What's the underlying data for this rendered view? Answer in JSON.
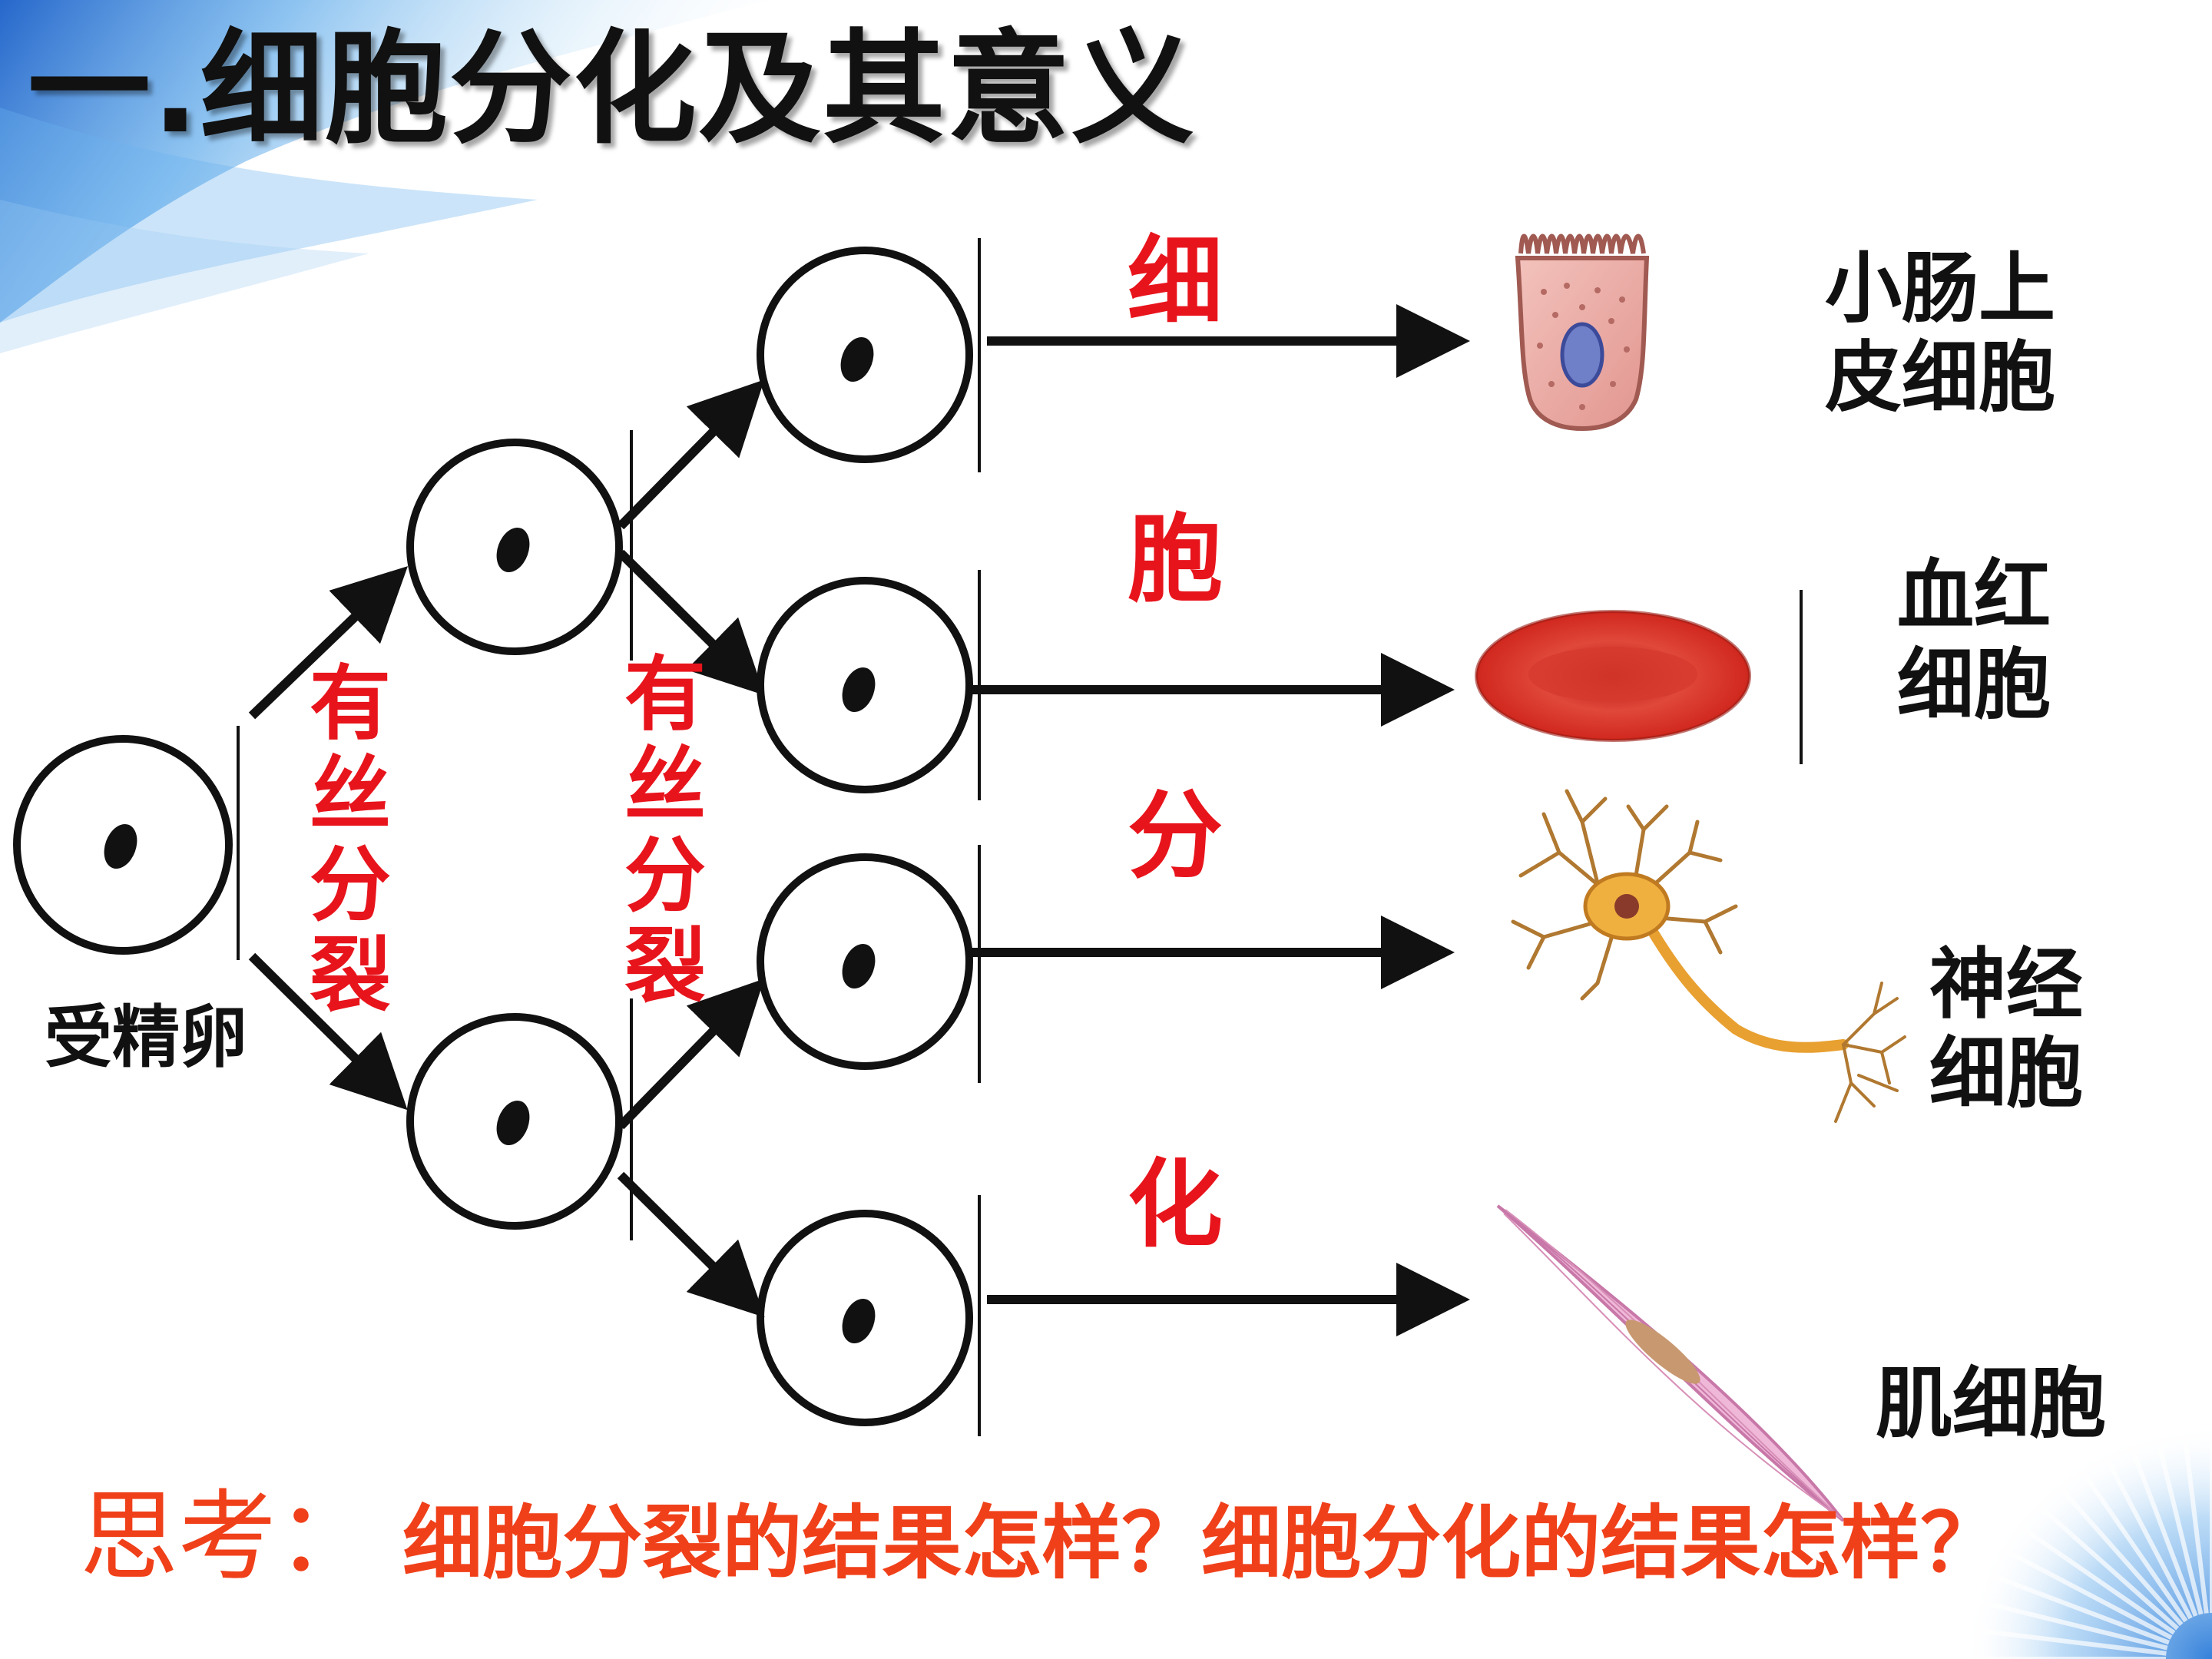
{
  "title": "一.细胞分化及其意义",
  "zygote_label": "受精卵",
  "division_label_1": "有\n丝\n分\n裂",
  "division_label_2": "有\n丝\n分\n裂",
  "differentiation_chars": [
    "细",
    "胞",
    "分",
    "化"
  ],
  "cell_types": [
    {
      "label": "小肠上\n皮细胞",
      "icon": "intestinal-epithelial-cell-icon"
    },
    {
      "label": "血红\n细胞",
      "icon": "red-blood-cell-icon"
    },
    {
      "label": "神经\n细胞",
      "icon": "neuron-icon"
    },
    {
      "label": "肌细胞",
      "icon": "muscle-cell-icon"
    }
  ],
  "question": {
    "prefix": "思考：",
    "text": " 细胞分裂的结果怎样？细胞分化的结果怎样？"
  },
  "colors": {
    "accent_red": "#e8141c",
    "question_orange": "#f0401a",
    "red_blood_cell": "#d22a20",
    "neuron": "#e8a030",
    "epithelial": "#e8a3a0",
    "muscle": "#e8a0c8",
    "bg_blue": "#3a8ee0"
  }
}
